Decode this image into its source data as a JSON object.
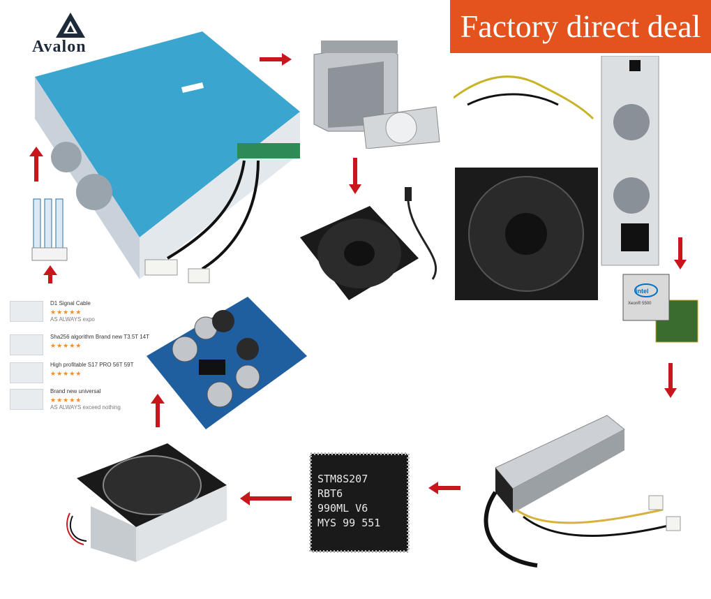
{
  "banner": {
    "text": "Factory direct deal"
  },
  "brand": {
    "name": "Avalon"
  },
  "chip": {
    "lines": [
      "STM8S207",
      "RBT6",
      "990ML  V6",
      "MYS 99  551"
    ]
  },
  "cpu": {
    "brand": "intel",
    "model": "Xeon® 5500"
  },
  "listing": {
    "items": [
      {
        "title": "D1 Signal Cable",
        "stars": "★★★★★",
        "meta": "AS ALWAYS expo"
      },
      {
        "title": "Sha256 algorithm Brand new T3.5T 14T",
        "stars": "★★★★★",
        "meta": ""
      },
      {
        "title": "High profitable S17 PRO 56T 59T",
        "stars": "★★★★★",
        "meta": ""
      },
      {
        "title": "Brand new universal",
        "stars": "★★★★★",
        "meta": "AS ALWAYS exceed nothing"
      }
    ]
  },
  "colors": {
    "banner": "#e4531e",
    "arrow": "#c8161d",
    "psu_blue": "#3aa6cf",
    "pcb_blue": "#1f5fa0",
    "chip_body": "#1a1a1a"
  },
  "icons": [
    "avalon-logo-icon",
    "arrow-right-icon",
    "arrow-down-icon",
    "arrow-up-icon",
    "arrow-left-icon"
  ]
}
